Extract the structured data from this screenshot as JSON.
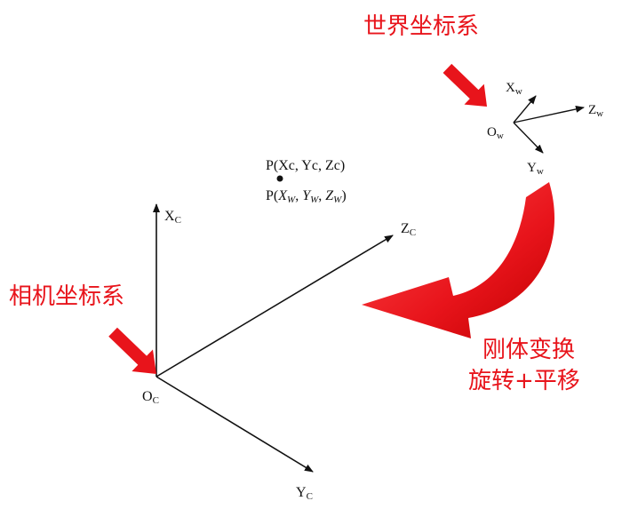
{
  "labels": {
    "world_system": "世界坐标系",
    "camera_system": "相机坐标系",
    "transform_line1": "刚体变换",
    "transform_line2": "旋转+平移"
  },
  "camera_axes": {
    "origin_main": "O",
    "origin_sub": "C",
    "x_main": "X",
    "x_sub": "C",
    "y_main": "Y",
    "y_sub": "C",
    "z_main": "Z",
    "z_sub": "C"
  },
  "world_axes": {
    "origin_main": "O",
    "origin_sub": "w",
    "x_main": "X",
    "x_sub": "w",
    "y_main": "Y",
    "y_sub": "w",
    "z_main": "Z",
    "z_sub": "w"
  },
  "point": {
    "camera_coords": "P(Xc, Yc, Zc)",
    "world_prefix": "P(",
    "w1": "X",
    "w1_sub": "W",
    "sep1": ", ",
    "w2": "Y",
    "w2_sub": "W",
    "sep2": ", ",
    "w3": "Z",
    "w3_sub": "W",
    "suffix": ")"
  },
  "colors": {
    "annotation_red": "#e8141b",
    "axis_black": "#111111"
  }
}
